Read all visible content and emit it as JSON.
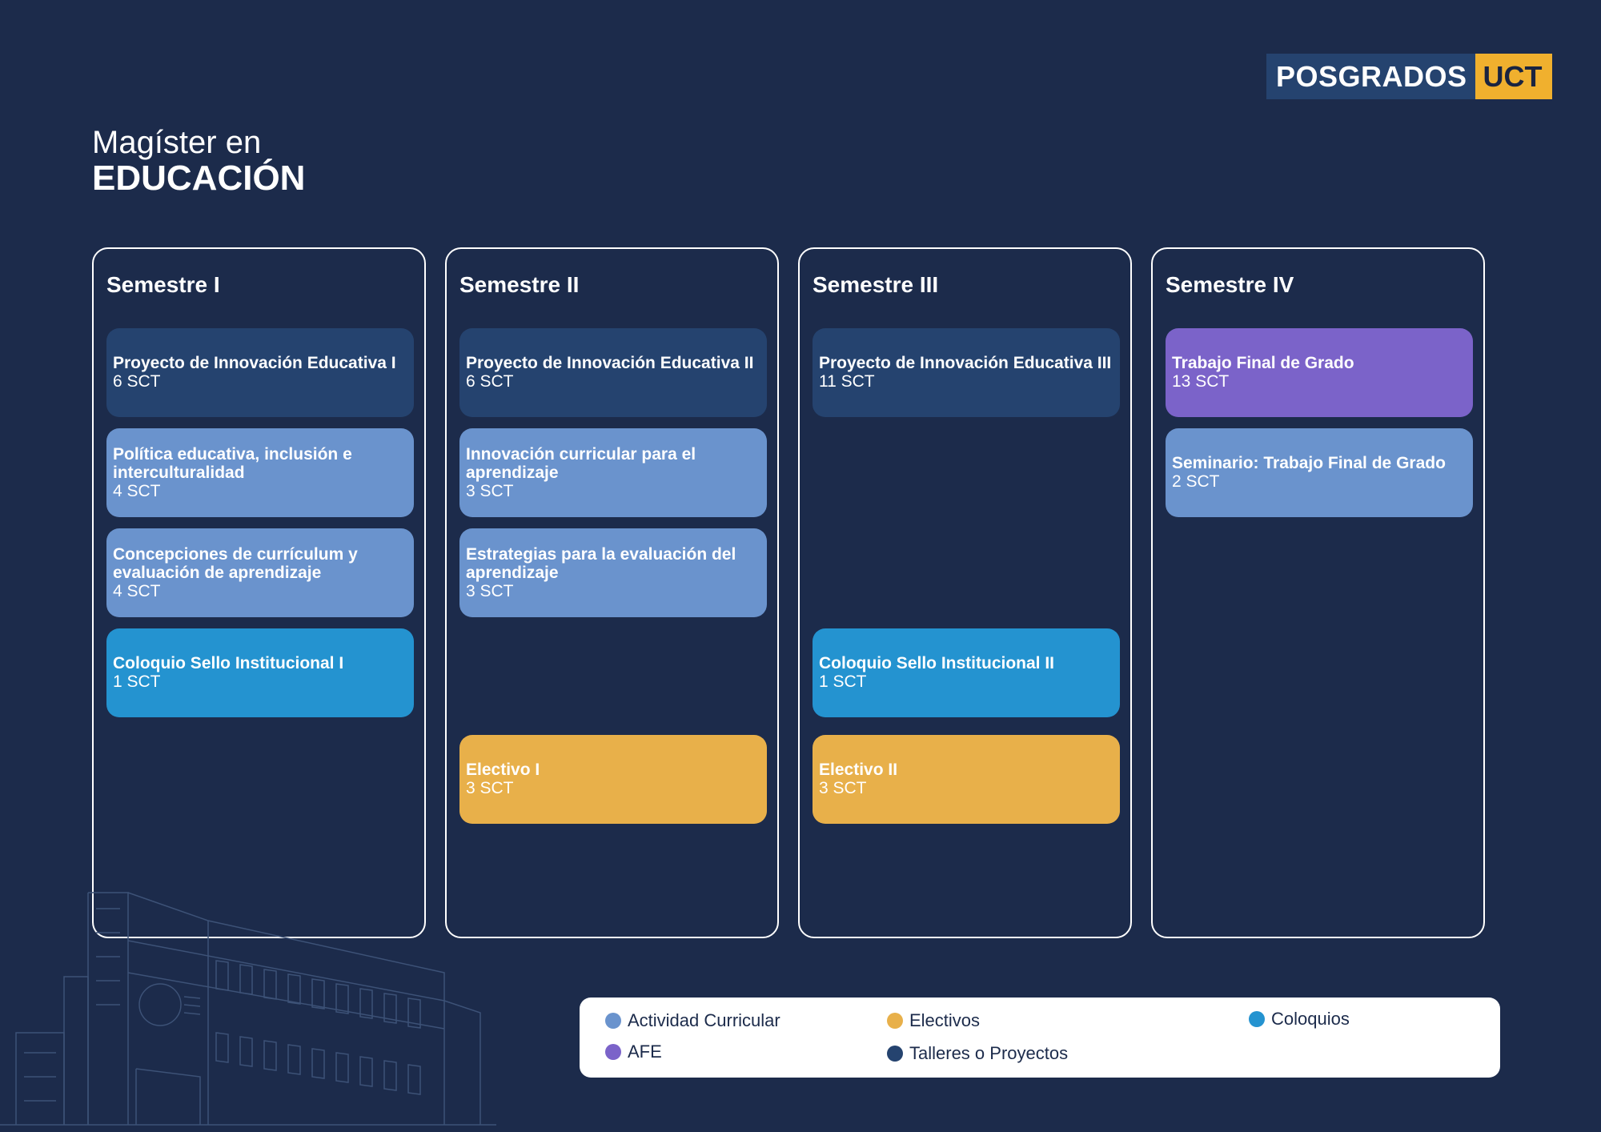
{
  "logo": {
    "part1": "POSGRADOS",
    "part2": "UCT"
  },
  "title": {
    "line1": "Magíster en",
    "line2": "EDUCACIÓN"
  },
  "colors": {
    "background": "#1c2b4b",
    "actividad_curricular": "#6a93cd",
    "electivos": "#e8b04a",
    "coloquios": "#2493d0",
    "afe": "#7b63c9",
    "talleres_proyectos": "#25436f"
  },
  "semesters": [
    {
      "title": "Semestre I",
      "courses": [
        {
          "name": "Proyecto de Innovación Educativa I",
          "credits": "6 SCT",
          "kind": "talleres_proyectos"
        },
        {
          "name": "Política educativa, inclusión e interculturalidad",
          "credits": "4 SCT",
          "kind": "actividad_curricular"
        },
        {
          "name": "Concepciones de currículum y evaluación de aprendizaje",
          "credits": "4 SCT",
          "kind": "actividad_curricular"
        },
        {
          "name": "Coloquio Sello Institucional I",
          "credits": "1 SCT",
          "kind": "coloquios"
        }
      ]
    },
    {
      "title": "Semestre II",
      "courses": [
        {
          "name": "Proyecto de Innovación Educativa II",
          "credits": "6 SCT",
          "kind": "talleres_proyectos"
        },
        {
          "name": "Innovación curricular para el aprendizaje",
          "credits": "3 SCT",
          "kind": "actividad_curricular"
        },
        {
          "name": "Estrategias para la evaluación del aprendizaje",
          "credits": "3 SCT",
          "kind": "actividad_curricular"
        },
        {
          "name": "Electivo I",
          "credits": "3 SCT",
          "kind": "electivos"
        }
      ]
    },
    {
      "title": "Semestre III",
      "courses": [
        {
          "name": "Proyecto de Innovación Educativa III",
          "credits": "11 SCT",
          "kind": "talleres_proyectos"
        },
        {
          "name": "Coloquio Sello Institucional II",
          "credits": "1 SCT",
          "kind": "coloquios"
        },
        {
          "name": "Electivo II",
          "credits": "3 SCT",
          "kind": "electivos"
        }
      ]
    },
    {
      "title": "Semestre IV",
      "courses": [
        {
          "name": "Trabajo Final de Grado",
          "credits": "13 SCT",
          "kind": "afe"
        },
        {
          "name": "Seminario: Trabajo Final de Grado",
          "credits": "2 SCT",
          "kind": "actividad_curricular"
        }
      ]
    }
  ],
  "legend": [
    {
      "label": "Actividad Curricular",
      "kind": "actividad_curricular"
    },
    {
      "label": "Electivos",
      "kind": "electivos"
    },
    {
      "label": "Coloquios",
      "kind": "coloquios"
    },
    {
      "label": "AFE",
      "kind": "afe"
    },
    {
      "label": "Talleres o Proyectos",
      "kind": "talleres_proyectos"
    }
  ]
}
